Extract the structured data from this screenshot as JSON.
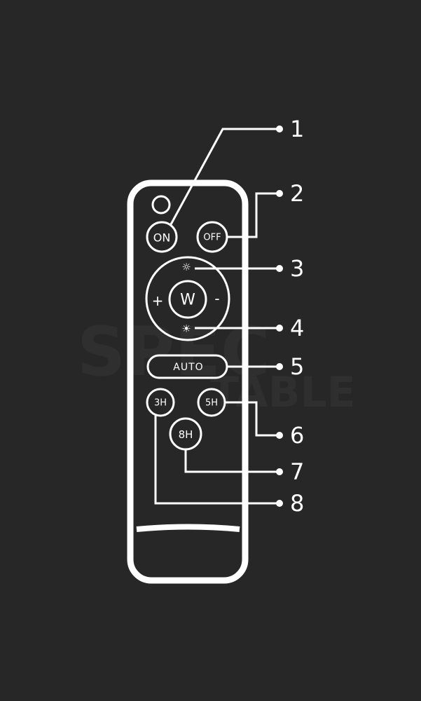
{
  "remote": {
    "buttons": {
      "on": "ON",
      "off": "OFF",
      "white": "W",
      "plus": "+",
      "minus": "-",
      "brighter": "☼",
      "dimmer": "☀",
      "auto": "AUTO",
      "timer_3h": "3H",
      "timer_5h": "5H",
      "timer_8h": "8H"
    }
  },
  "watermark": {
    "line1": "SPEC",
    "line2": "TABLE"
  },
  "callouts": [
    "1",
    "2",
    "3",
    "4",
    "5",
    "6",
    "7",
    "8"
  ],
  "colors": {
    "background": "#272727",
    "outline": "#ffffff"
  }
}
